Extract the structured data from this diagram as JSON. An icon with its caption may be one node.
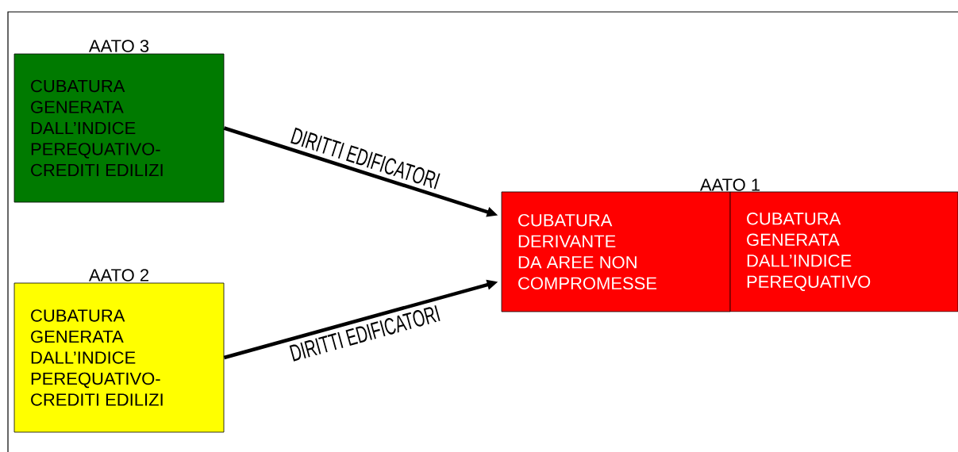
{
  "diagram": {
    "nodes": [
      {
        "text": [
          "AATO 3",
          "CUBATURA GENERATA DALL’INDICE PEREQUATIVO- CREDITI EDILIZI"
        ]
      },
      {
        "text": [
          "AATO 2",
          "CUBATURA GENERATA DALL’INDICE PEREQUATIVO- CREDITI EDILIZI"
        ]
      },
      {
        "text": [
          "CUBATURA DERIVANTE DA AREE NON COMPROMESSE"
        ]
      },
      {
        "text": [
          "CUBATURA GENERATA DALL’INDICE PEREQUATIVO"
        ]
      }
    ],
    "edges": [
      {
        "from": 0,
        "to": 2,
        "arrow": "to",
        "label": "DIRITTI EDIFICATORI"
      },
      {
        "from": 1,
        "to": 2,
        "arrow": "to",
        "label": "DIRITTI EDIFICATORI"
      }
    ],
    "labels": [
      "AATO 1"
    ]
  }
}
